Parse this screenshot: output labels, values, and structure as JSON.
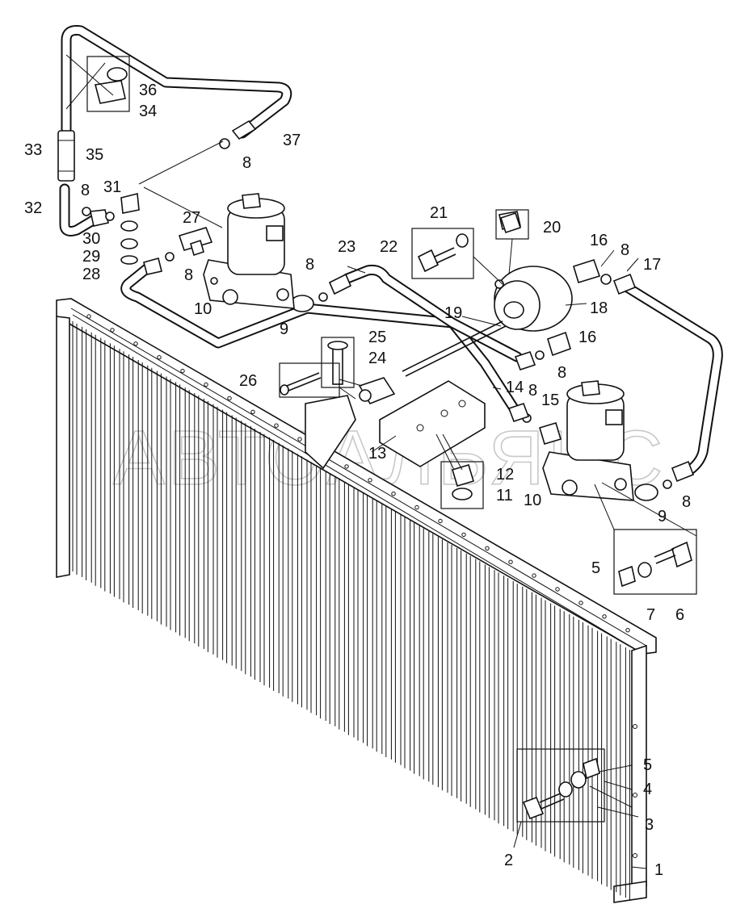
{
  "watermark": "АВТОАЛЬЯНС",
  "callouts": [
    {
      "id": "c1",
      "text": "1"
    },
    {
      "id": "c2",
      "text": "2"
    },
    {
      "id": "c3",
      "text": "3"
    },
    {
      "id": "c4",
      "text": "4"
    },
    {
      "id": "c5a",
      "text": "5"
    },
    {
      "id": "c5b",
      "text": "5"
    },
    {
      "id": "c6",
      "text": "6"
    },
    {
      "id": "c7",
      "text": "7"
    },
    {
      "id": "c8a",
      "text": "8"
    },
    {
      "id": "c8b",
      "text": "8"
    },
    {
      "id": "c8c",
      "text": "8"
    },
    {
      "id": "c8d",
      "text": "8"
    },
    {
      "id": "c8e",
      "text": "8"
    },
    {
      "id": "c8f",
      "text": "8"
    },
    {
      "id": "c8g",
      "text": "8"
    },
    {
      "id": "c8h",
      "text": "8"
    },
    {
      "id": "c9a",
      "text": "9"
    },
    {
      "id": "c9b",
      "text": "9"
    },
    {
      "id": "c10a",
      "text": "10"
    },
    {
      "id": "c10b",
      "text": "10"
    },
    {
      "id": "c11",
      "text": "11"
    },
    {
      "id": "c12",
      "text": "12"
    },
    {
      "id": "c13",
      "text": "13"
    },
    {
      "id": "c14",
      "text": "14"
    },
    {
      "id": "c15",
      "text": "15"
    },
    {
      "id": "c16a",
      "text": "16"
    },
    {
      "id": "c16b",
      "text": "16"
    },
    {
      "id": "c17",
      "text": "17"
    },
    {
      "id": "c18",
      "text": "18"
    },
    {
      "id": "c19",
      "text": "19"
    },
    {
      "id": "c20",
      "text": "20"
    },
    {
      "id": "c21",
      "text": "21"
    },
    {
      "id": "c22",
      "text": "22"
    },
    {
      "id": "c23",
      "text": "23"
    },
    {
      "id": "c24",
      "text": "24"
    },
    {
      "id": "c25",
      "text": "25"
    },
    {
      "id": "c26",
      "text": "26"
    },
    {
      "id": "c27",
      "text": "27"
    },
    {
      "id": "c28",
      "text": "28"
    },
    {
      "id": "c29",
      "text": "29"
    },
    {
      "id": "c30",
      "text": "30"
    },
    {
      "id": "c31",
      "text": "31"
    },
    {
      "id": "c32",
      "text": "32"
    },
    {
      "id": "c33",
      "text": "33"
    },
    {
      "id": "c34",
      "text": "34"
    },
    {
      "id": "c35",
      "text": "35"
    },
    {
      "id": "c36",
      "text": "36"
    },
    {
      "id": "c37",
      "text": "37"
    }
  ]
}
